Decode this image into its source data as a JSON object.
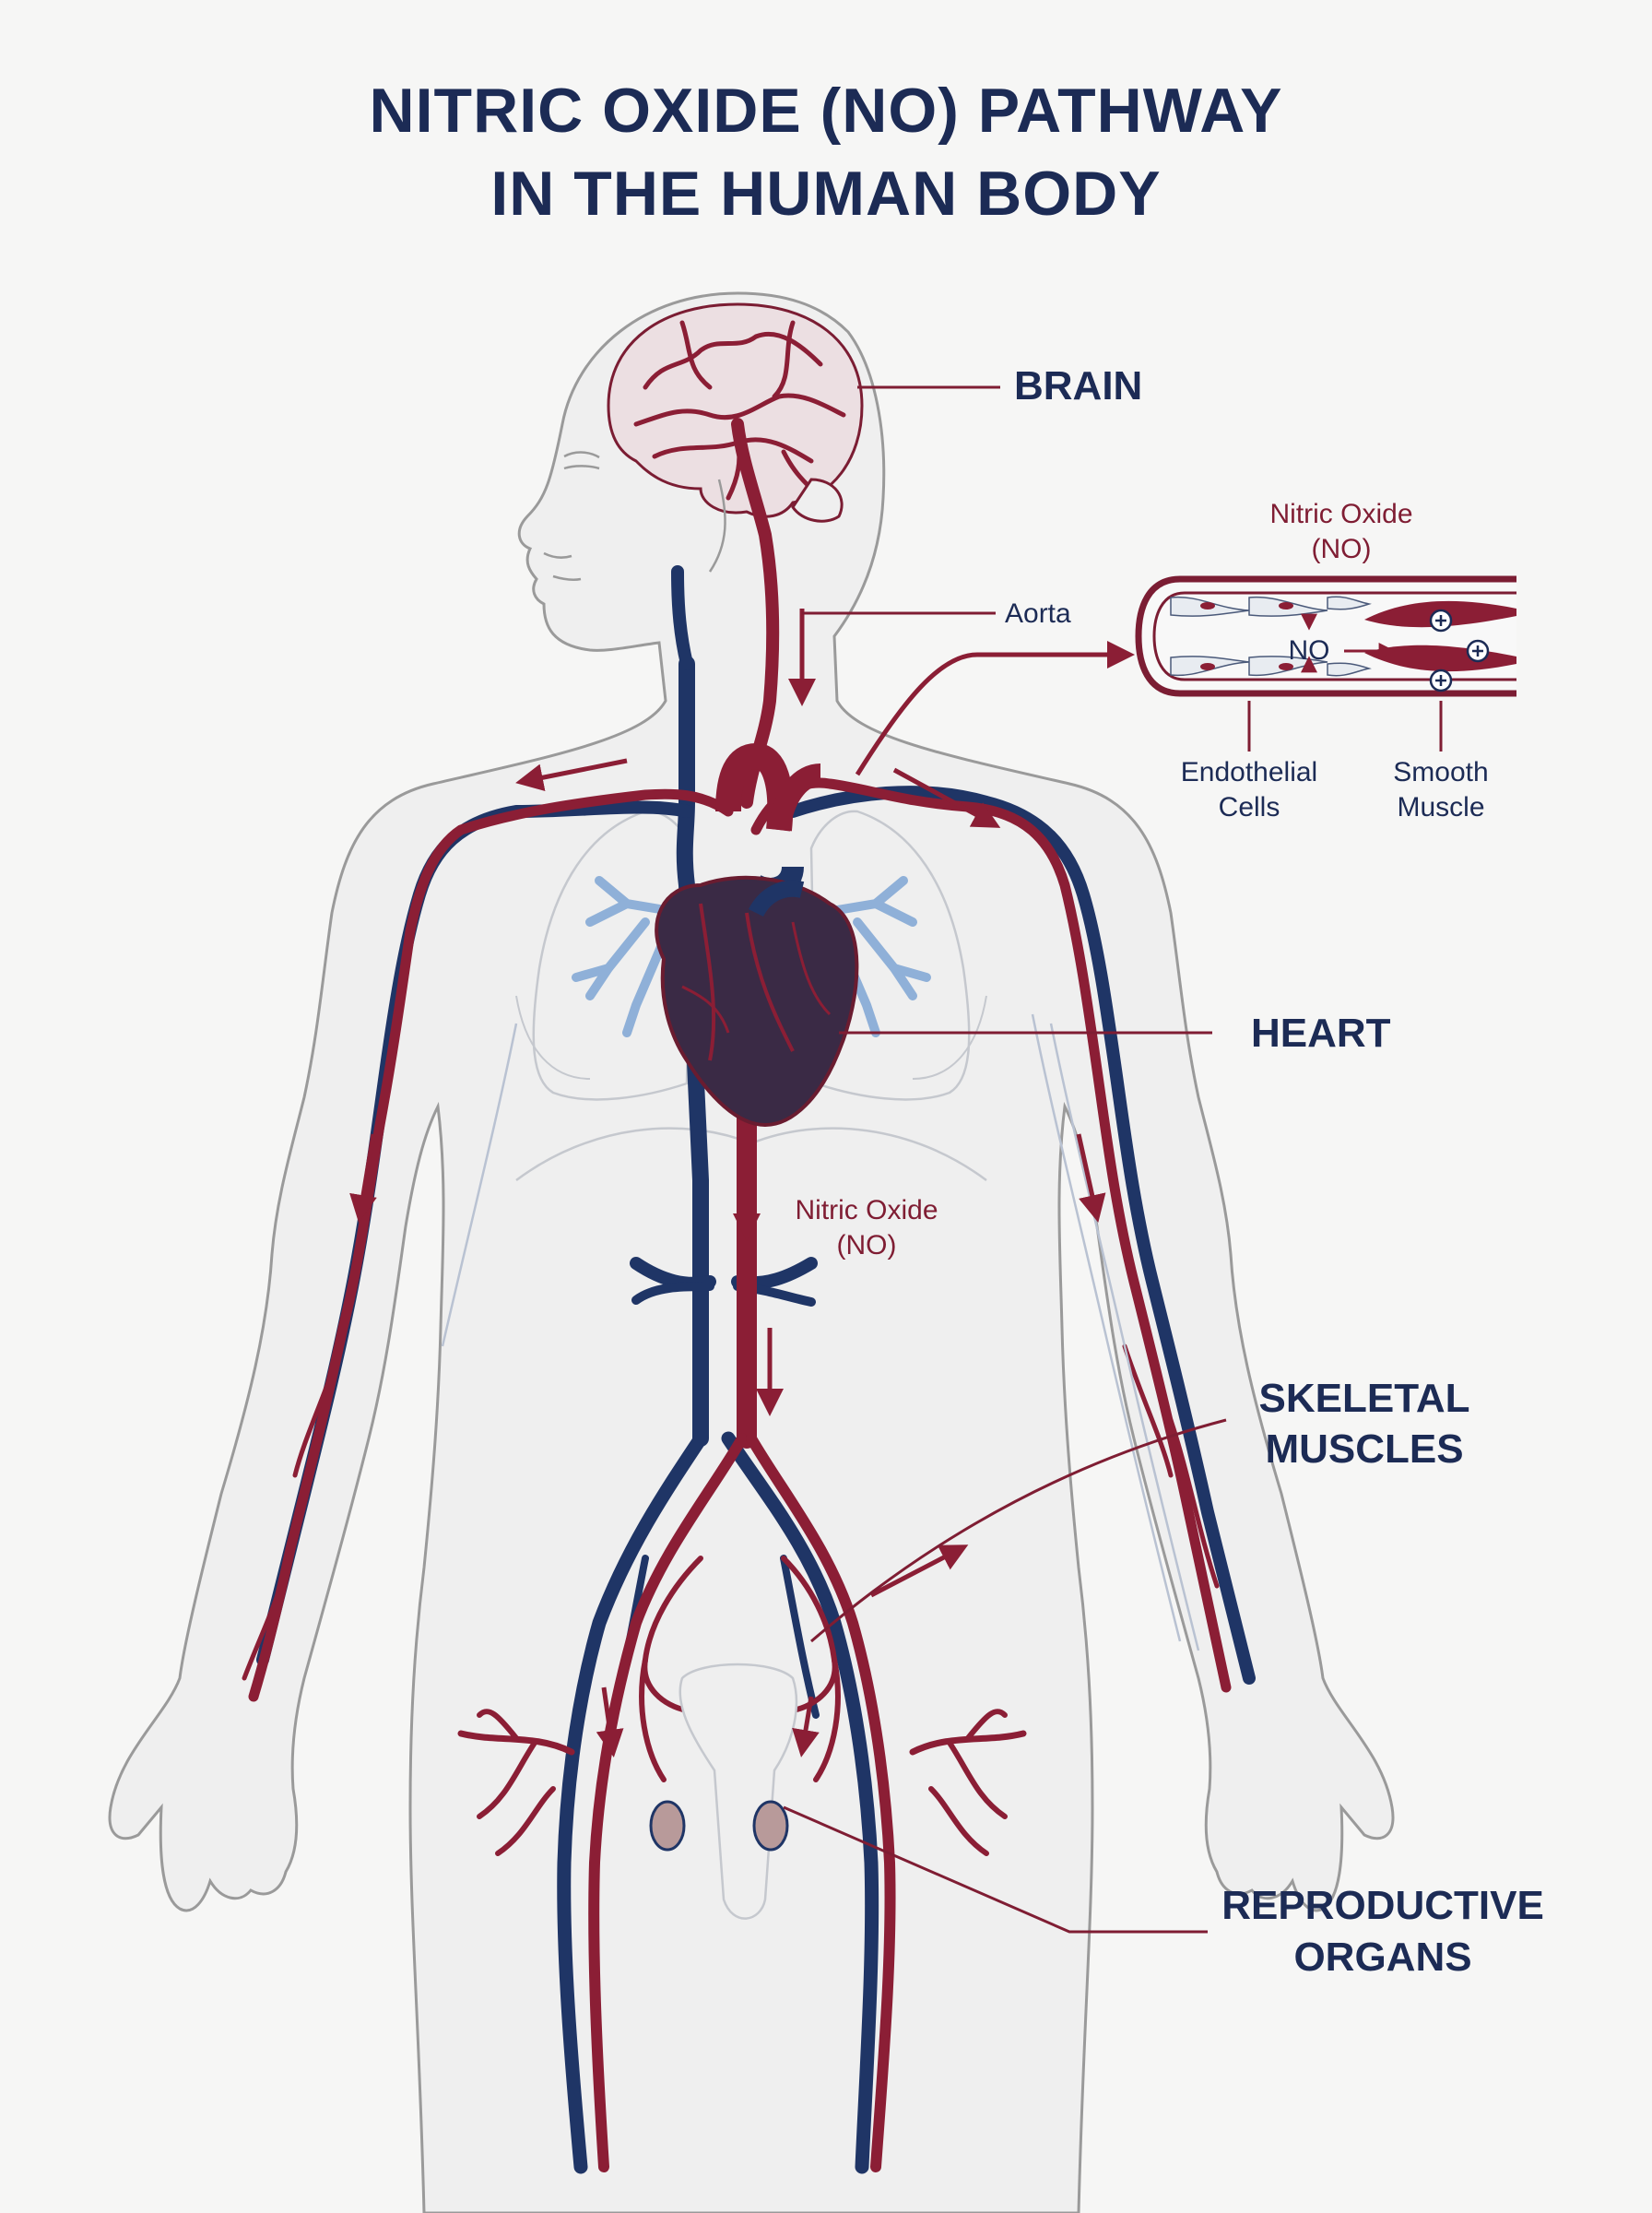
{
  "title": {
    "line1": "NITRIC OXIDE (NO) PATHWAY",
    "line2": "IN THE HUMAN BODY"
  },
  "labels": {
    "brain": "BRAIN",
    "heart": "HEART",
    "skeletal_line1": "SKELETAL",
    "skeletal_line2": "MUSCLES",
    "repro_line1": "REPRODUCTIVE",
    "repro_line2": "ORGANS",
    "aorta": "Aorta",
    "no_torso_line1": "Nitric Oxide",
    "no_torso_line2": "(NO)"
  },
  "inset": {
    "title_line1": "Nitric Oxide",
    "title_line2": "(NO)",
    "no_center": "NO",
    "endothelial_line1": "Endothelial",
    "endothelial_line2": "Cells",
    "smooth_line1": "Smooth",
    "smooth_line2": "Muscle"
  },
  "colors": {
    "artery": "#8b1e35",
    "vein": "#1f3566",
    "label": "#1c2b55",
    "body_outline": "#9a9a9a",
    "lung_bronchi": "#8fb0d8"
  }
}
